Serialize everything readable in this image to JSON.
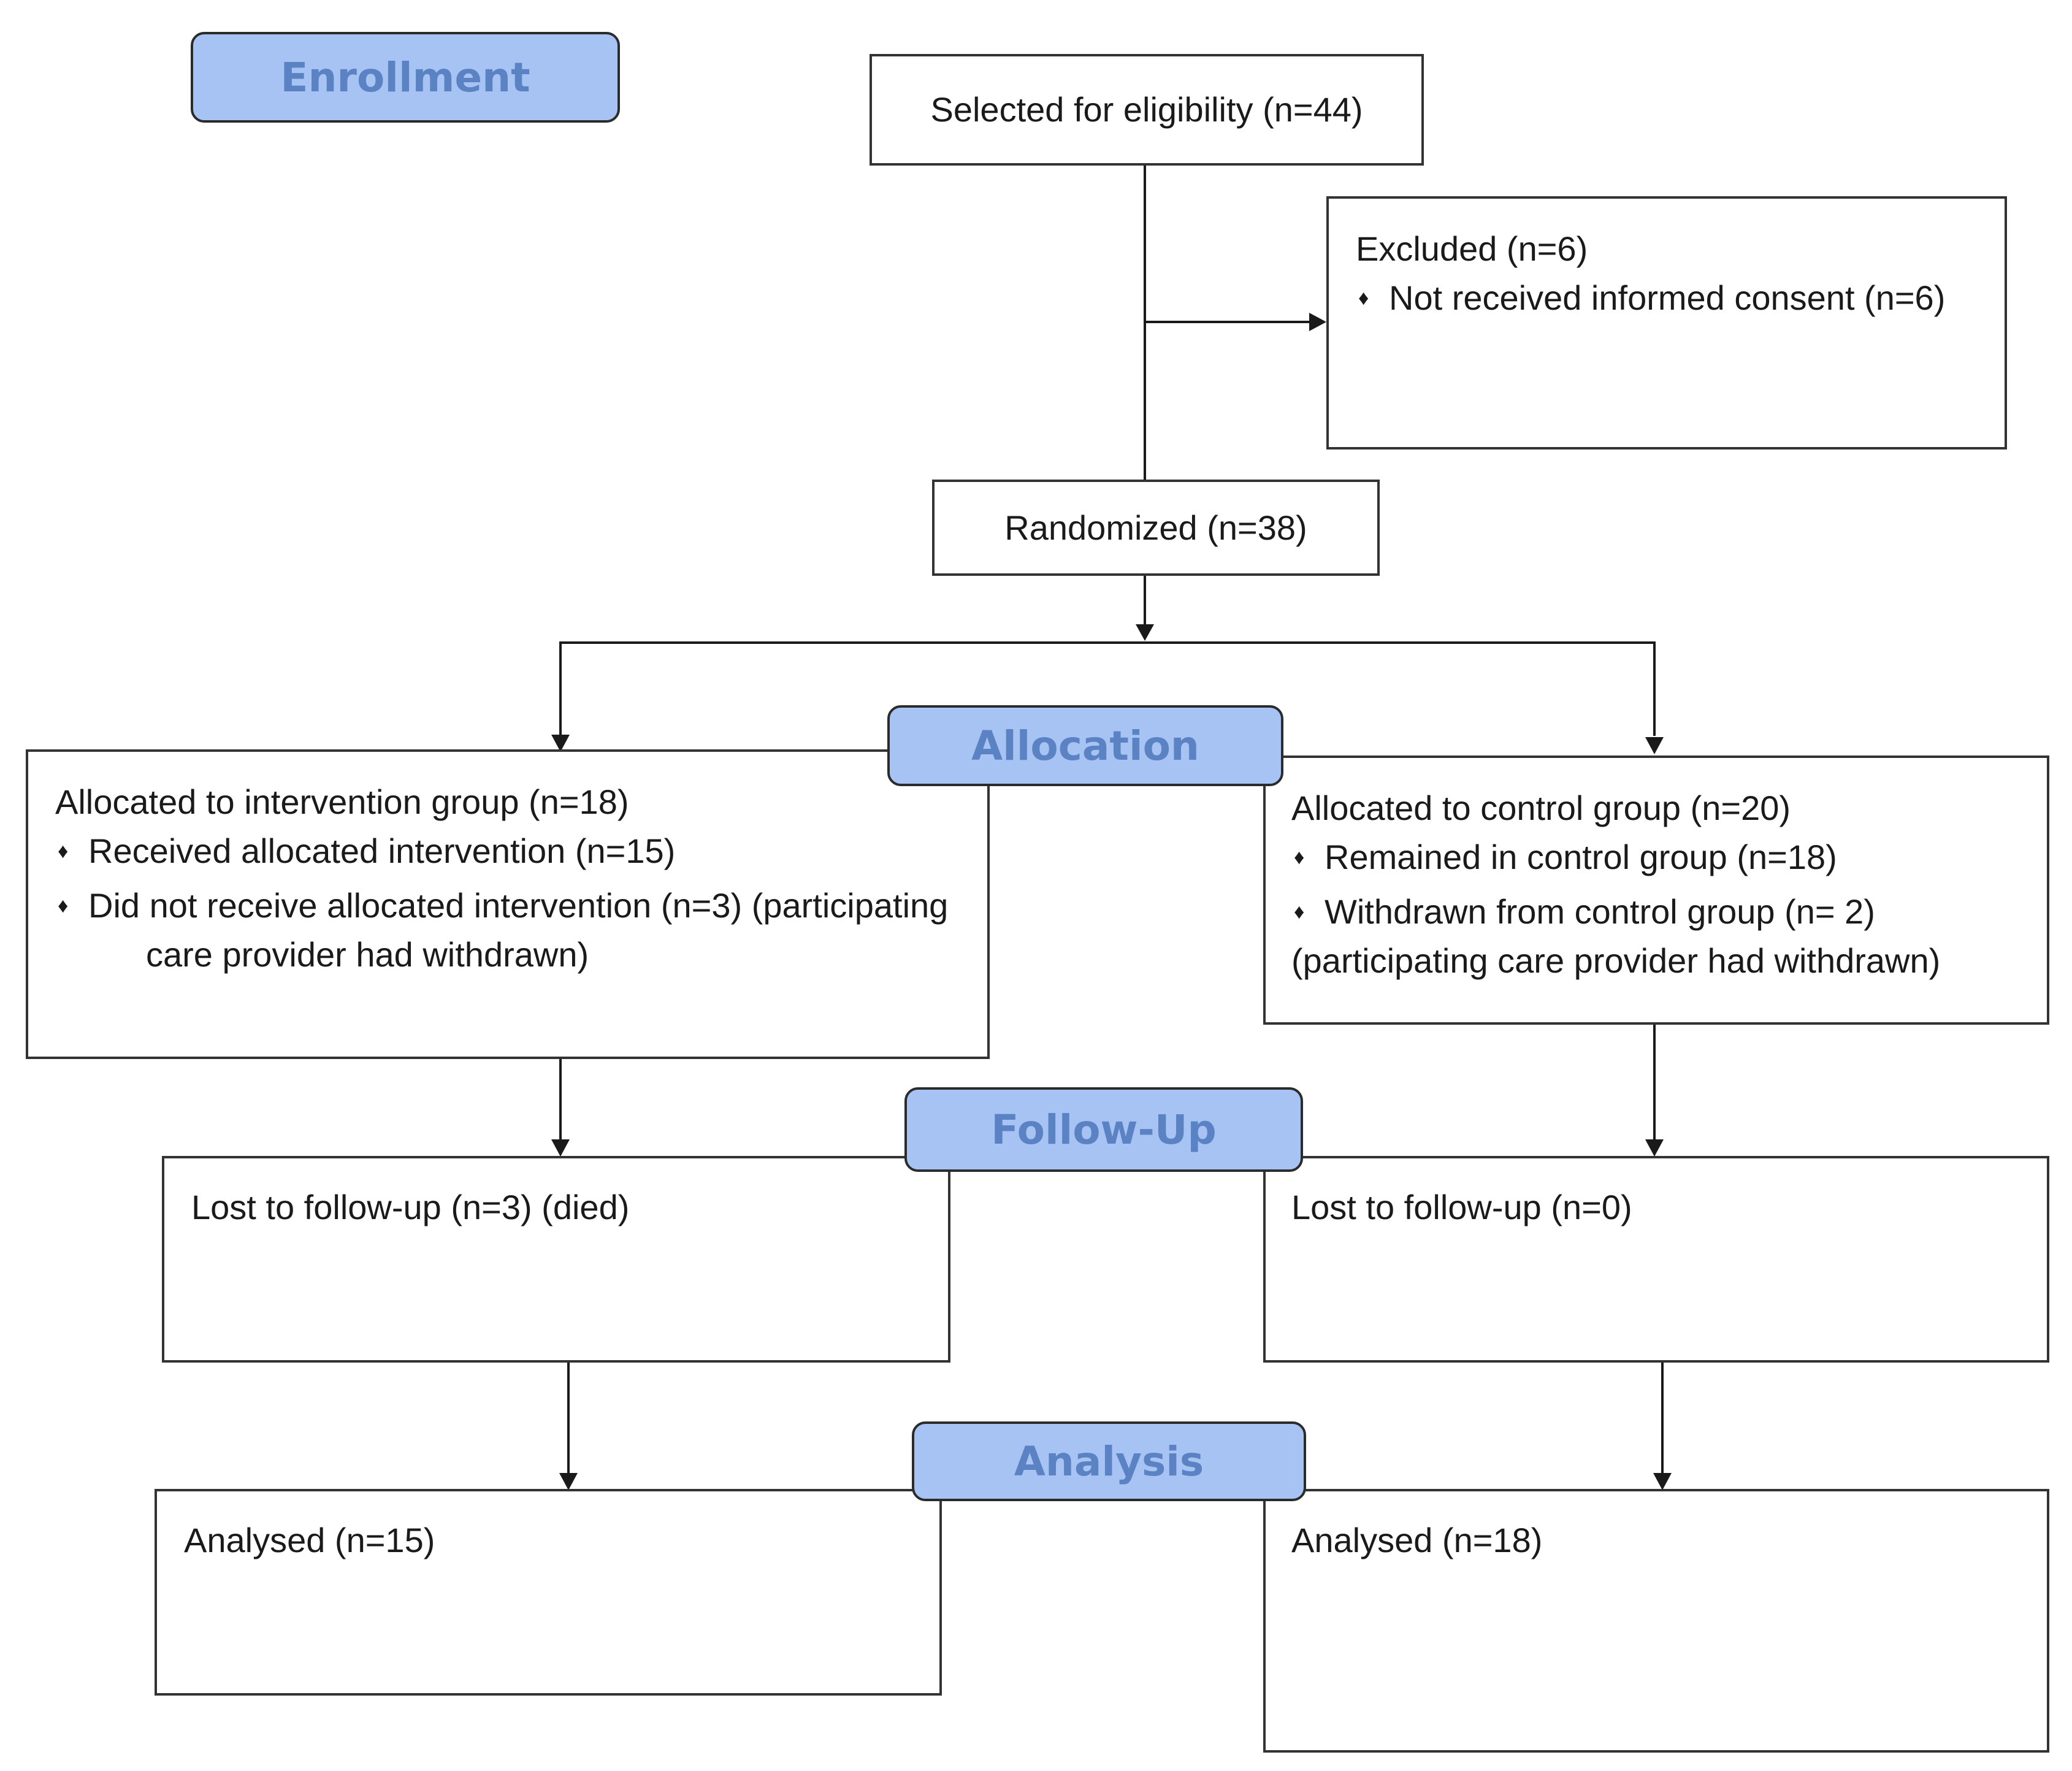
{
  "stages": {
    "enrollment": "Enrollment",
    "allocation": "Allocation",
    "follow_up": "Follow-Up",
    "analysis": "Analysis"
  },
  "boxes": {
    "eligibility": "Selected for eligibility (n=44)",
    "excluded": {
      "title": "Excluded (n=6)",
      "items": [
        "Not received informed consent (n=6)"
      ]
    },
    "randomized": "Randomized (n=38)",
    "intervention_allocation": {
      "title": "Allocated to intervention group (n=18)",
      "item_1": "Received allocated intervention (n=15)",
      "item_2": "Did not receive allocated intervention (n=3) (participating",
      "item_2_cont": "care provider had withdrawn)"
    },
    "control_allocation": {
      "title": "Allocated to control group (n=20)",
      "item_1": "Remained in control group (n=18)",
      "item_2": "Withdrawn from control group (n= 2)",
      "item_2_cont": "(participating care provider had withdrawn)"
    },
    "intervention_follow_up": "Lost to follow-up (n=3) (died)",
    "control_follow_up": "Lost to follow-up (n=0)",
    "intervention_analysis": "Analysed (n=15)",
    "control_analysis": "Analysed (n=18)"
  },
  "bullet_symbol": "♦",
  "colors": {
    "stage_fill": "#a7c3f4",
    "stage_text": "#5b82c2",
    "border": "#333333"
  }
}
